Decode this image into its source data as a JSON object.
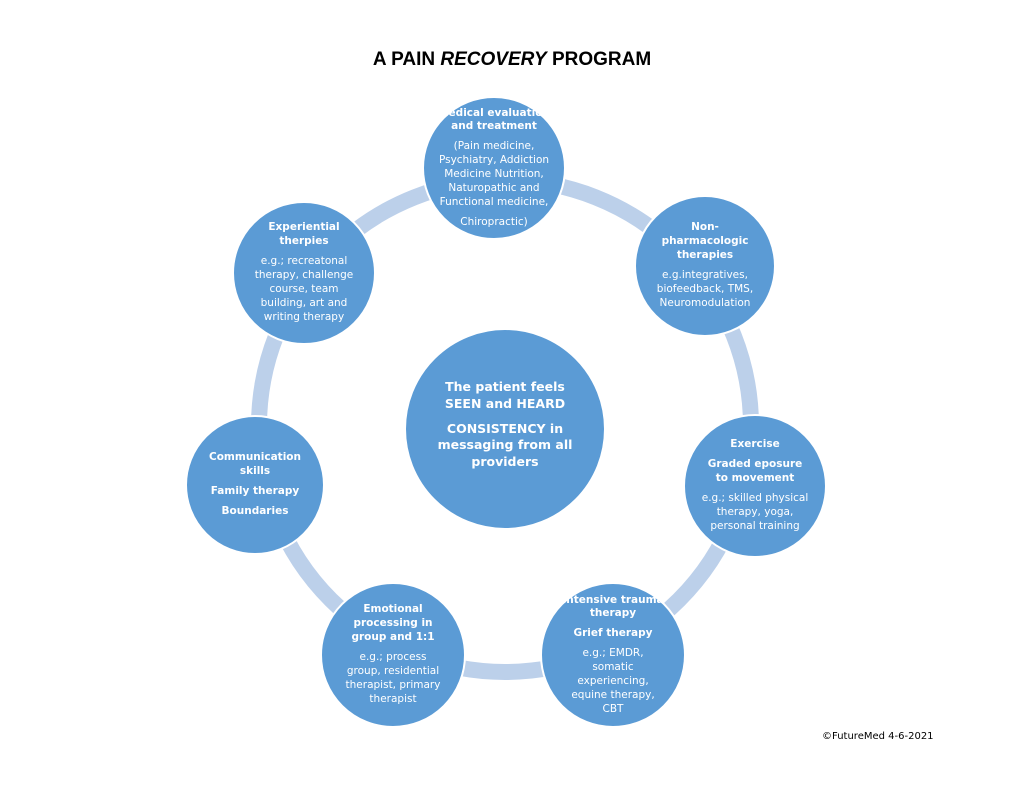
{
  "title": {
    "prefix": "A PAIN ",
    "emphasis": "RECOVERY",
    "suffix": " PROGRAM"
  },
  "colors": {
    "node_fill": "#5b9bd5",
    "ring": "#bcd0ea",
    "node_border": "#ffffff",
    "text": "#ffffff"
  },
  "center": {
    "line1": "The patient feels SEEN and HEARD",
    "line2": "CONSISTENCY in messaging from all providers"
  },
  "nodes": {
    "medical": {
      "heading": "Medical evaluation and treatment",
      "detail": "(Pain medicine, Psychiatry, Addiction Medicine Nutrition, Naturopathic and Functional medicine,",
      "detail2": "Chiropractic)"
    },
    "nonpharm": {
      "heading": "Non-pharmacologic therapies",
      "detail": "e.g.integratives, biofeedback, TMS, Neuromodulation"
    },
    "exercise": {
      "heading": "Exercise",
      "heading2": "Graded eposure to movement",
      "detail": "e.g.; skilled physical therapy, yoga, personal training"
    },
    "trauma": {
      "heading": "Intensive trauma therapy",
      "heading2": "Grief therapy",
      "detail": "e.g.; EMDR, somatic experiencing, equine therapy, CBT"
    },
    "emotional": {
      "heading": "Emotional processing in group and 1:1",
      "detail": "e.g.; process group, residential therapist, primary therapist"
    },
    "communication": {
      "heading": "Communication skills",
      "heading2": "Family therapy",
      "heading3": "Boundaries"
    },
    "experiential": {
      "heading": "Experiential therpies",
      "detail": "e.g.; recreatonal therapy, challenge course, team building, art and writing therapy"
    }
  },
  "copyright": "©FutureMed 4-6-2021"
}
